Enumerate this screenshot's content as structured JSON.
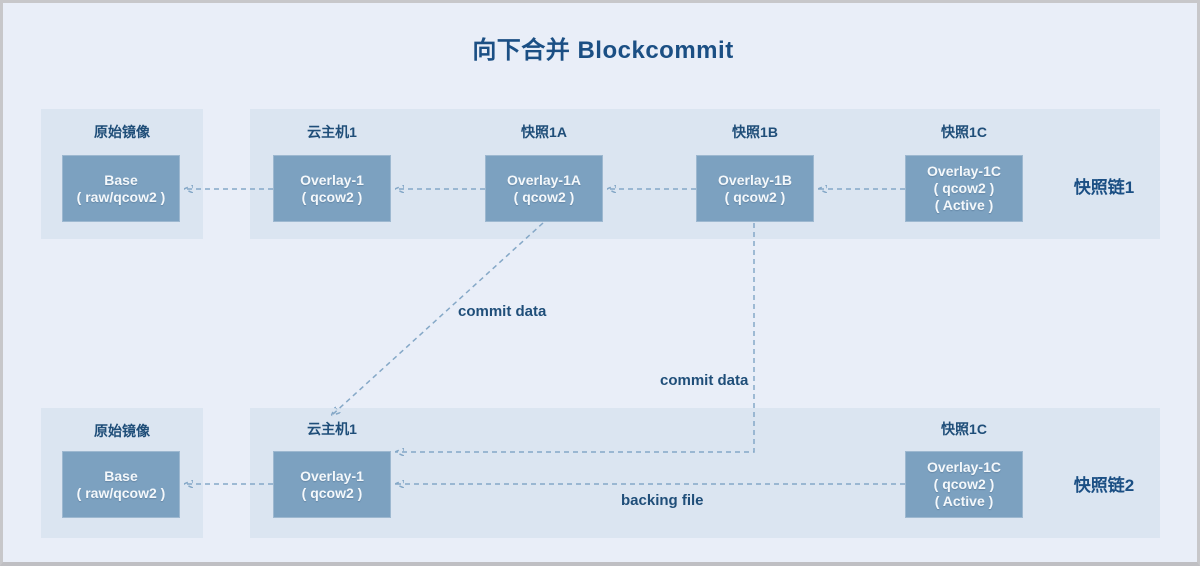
{
  "title": "向下合并 Blockcommit",
  "colors": {
    "background": "#e9eef8",
    "panel_fill": "#dbe5f1",
    "node_fill": "#7ca1c0",
    "dark_blue_text": "#1f4e79",
    "arrow": "#85a8c7"
  },
  "chain1": {
    "origin_label": "原始镜像",
    "base_box": [
      "Base",
      "( raw/qcow2 )"
    ],
    "nodes": [
      {
        "label": "云主机1",
        "box": [
          "Overlay-1",
          "( qcow2 )"
        ]
      },
      {
        "label": "快照1A",
        "box": [
          "Overlay-1A",
          "( qcow2 )"
        ]
      },
      {
        "label": "快照1B",
        "box": [
          "Overlay-1B",
          "( qcow2 )"
        ]
      },
      {
        "label": "快照1C",
        "box": [
          "Overlay-1C",
          "( qcow2 )",
          "( Active )"
        ]
      }
    ],
    "chain_label": "快照链1"
  },
  "chain2": {
    "origin_label": "原始镜像",
    "base_box": [
      "Base",
      "( raw/qcow2 )"
    ],
    "nodes": [
      {
        "label": "云主机1",
        "box": [
          "Overlay-1",
          "( qcow2 )"
        ]
      },
      {
        "label": "快照1C",
        "box": [
          "Overlay-1C",
          "( qcow2 )",
          "( Active )"
        ]
      }
    ],
    "chain_label": "快照链2"
  },
  "annotations": {
    "commit_data_top": "commit data",
    "commit_data_bottom": "commit data",
    "backing_file": "backing file"
  }
}
